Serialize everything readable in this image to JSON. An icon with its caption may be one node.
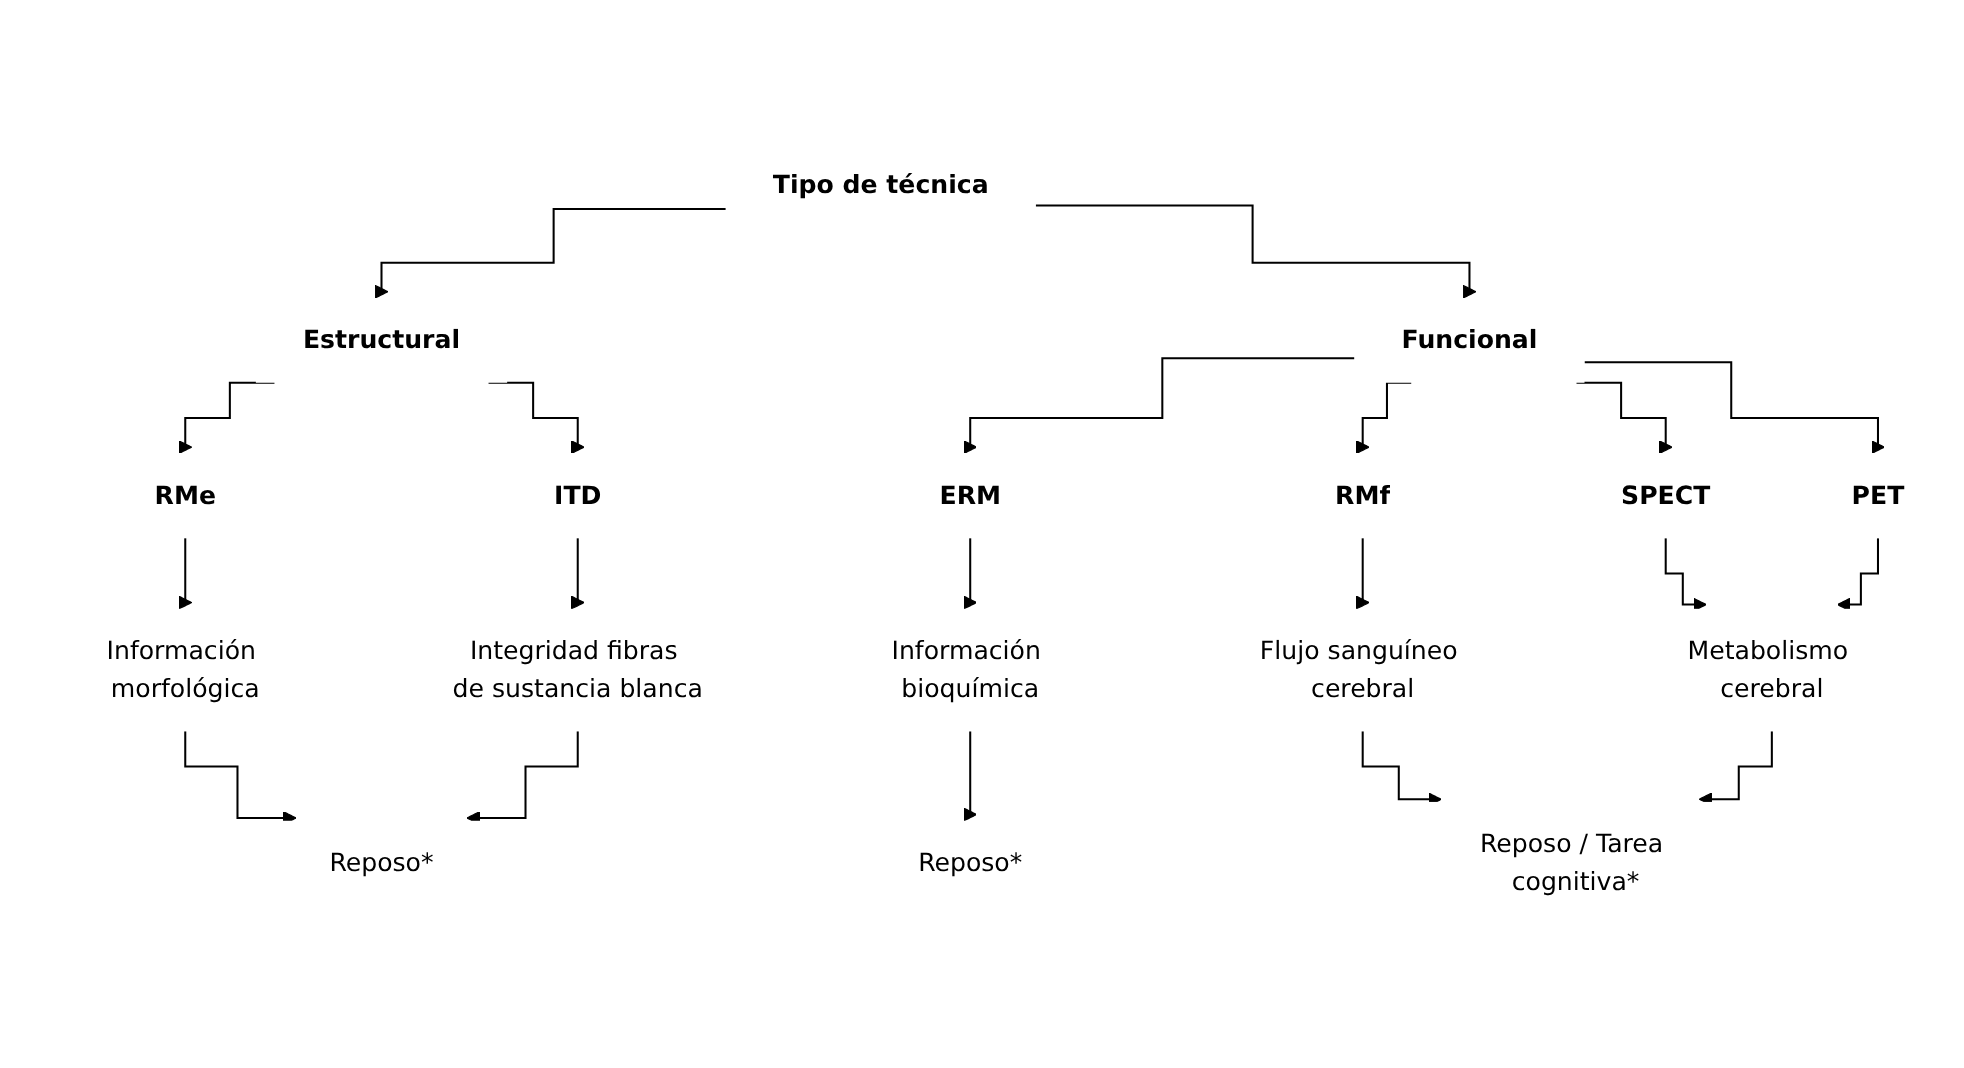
{
  "diagram": {
    "nodes": [
      {
        "text": [
          "Tipo de técnica"
        ]
      },
      {
        "text": [
          "Estructural"
        ]
      },
      {
        "text": [
          "Funcional"
        ]
      },
      {
        "text": [
          "RMe"
        ]
      },
      {
        "text": [
          "ITD"
        ]
      },
      {
        "text": [
          "ERM"
        ]
      },
      {
        "text": [
          "RMf"
        ]
      },
      {
        "text": [
          "SPECT"
        ]
      },
      {
        "text": [
          "PET"
        ]
      },
      {
        "text": [
          "Información morfológica"
        ]
      },
      {
        "text": [
          "Integridad fibras de sustancia blanca"
        ]
      },
      {
        "text": [
          "Información bioquímica"
        ]
      },
      {
        "text": [
          "Flujo sanguíneo cerebral"
        ]
      },
      {
        "text": [
          "Metabolismo cerebral"
        ]
      },
      {
        "text": [
          "Reposo*"
        ]
      },
      {
        "text": [
          "Reposo*"
        ]
      },
      {
        "text": [
          "Reposo / Tarea cognitiva*"
        ]
      }
    ],
    "edges": [
      {
        "from": 0,
        "to": 1,
        "arrow": "to"
      },
      {
        "from": 0,
        "to": 2,
        "arrow": "to"
      },
      {
        "from": 1,
        "to": 3,
        "arrow": "to"
      },
      {
        "from": 1,
        "to": 4,
        "arrow": "to"
      },
      {
        "from": 2,
        "to": 5,
        "arrow": "to"
      },
      {
        "from": 2,
        "to": 6,
        "arrow": "to"
      },
      {
        "from": 2,
        "to": 7,
        "arrow": "to"
      },
      {
        "from": 2,
        "to": 8,
        "arrow": "to"
      },
      {
        "from": 3,
        "to": 9,
        "arrow": "to"
      },
      {
        "from": 4,
        "to": 10,
        "arrow": "to"
      },
      {
        "from": 5,
        "to": 11,
        "arrow": "to"
      },
      {
        "from": 6,
        "to": 12,
        "arrow": "to"
      },
      {
        "from": 7,
        "to": 13,
        "arrow": "to"
      },
      {
        "from": 8,
        "to": 13,
        "arrow": "to"
      },
      {
        "from": 9,
        "to": 14,
        "arrow": "to"
      },
      {
        "from": 10,
        "to": 14,
        "arrow": "to"
      },
      {
        "from": 11,
        "to": 15,
        "arrow": "to"
      },
      {
        "from": 12,
        "to": 16,
        "arrow": "to"
      },
      {
        "from": 13,
        "to": 16,
        "arrow": "to"
      }
    ]
  }
}
